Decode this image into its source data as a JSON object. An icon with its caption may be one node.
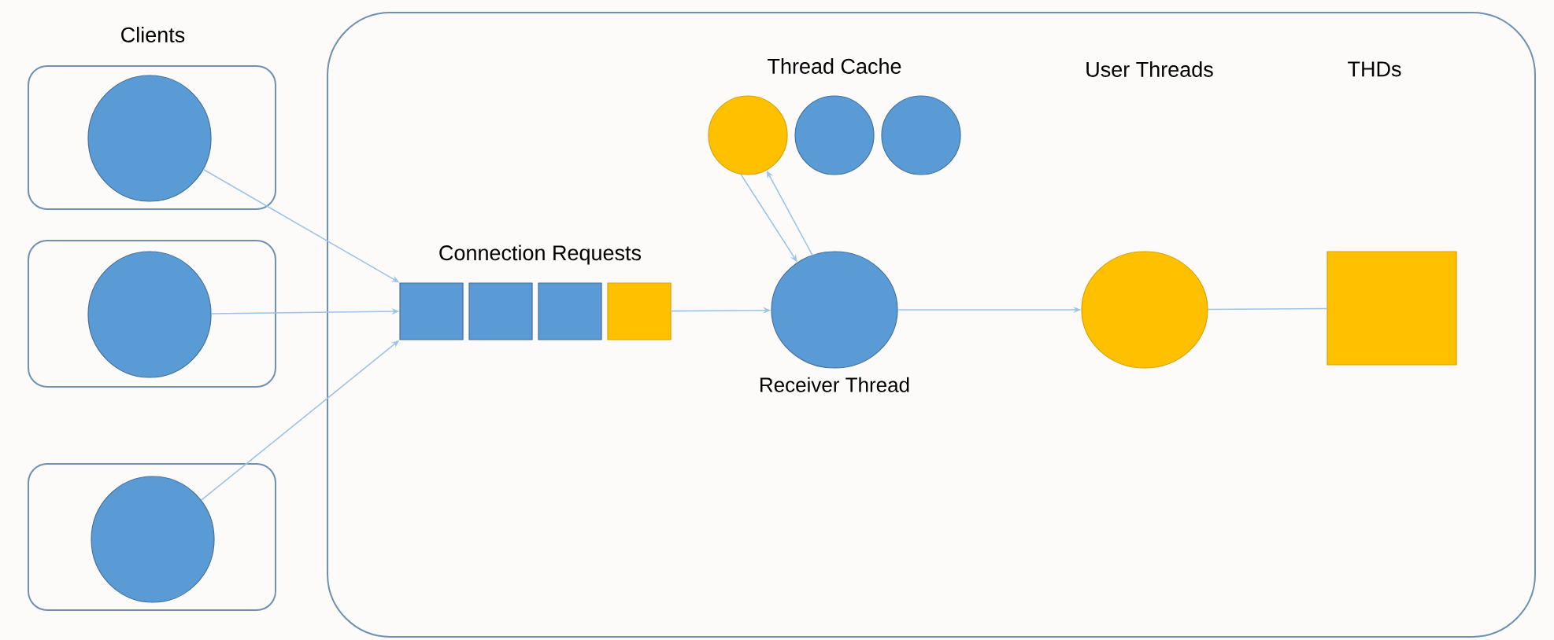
{
  "diagram": {
    "nodes": [
      {
        "text": [],
        "shape": "box"
      },
      {
        "text": [],
        "shape": "box"
      },
      {
        "text": [],
        "shape": "box"
      },
      {
        "text": [],
        "shape": "box"
      },
      {
        "text": [],
        "shape": "circle",
        "in": 1
      },
      {
        "text": [],
        "shape": "circle",
        "in": 2
      },
      {
        "text": [],
        "shape": "circle",
        "in": 3
      },
      {
        "text": [],
        "shape": "box",
        "in": 0
      },
      {
        "text": [],
        "shape": "box",
        "in": 0
      },
      {
        "text": [],
        "shape": "box",
        "in": 0
      },
      {
        "text": [],
        "shape": "box",
        "in": 0
      },
      {
        "text": [],
        "shape": "circle",
        "in": 0
      },
      {
        "text": [],
        "shape": "circle",
        "in": 0
      },
      {
        "text": [],
        "shape": "circle",
        "in": 0
      },
      {
        "text": [
          "Receiver Thread"
        ],
        "in": 0
      },
      {
        "text": [],
        "shape": "circle",
        "in": 0
      },
      {
        "text": [],
        "shape": "box",
        "in": 0
      }
    ],
    "edges": [
      {
        "from": 4,
        "to": 7,
        "arrow": "to"
      },
      {
        "from": 5,
        "to": 7,
        "arrow": "to"
      },
      {
        "from": 6,
        "to": 7,
        "arrow": "to"
      },
      {
        "from": 10,
        "to": 14,
        "arrow": "to"
      },
      {
        "from": 14,
        "to": 11,
        "arrow": "to"
      },
      {
        "from": 11,
        "to": 14,
        "arrow": "to"
      },
      {
        "from": 14,
        "to": 15,
        "arrow": "to"
      },
      {
        "from": 15,
        "to": 16,
        "arrow": "none"
      }
    ],
    "labels": [
      "Clients",
      "Thread Cache",
      "User Threads",
      "THDs",
      "Connection Requests"
    ]
  }
}
